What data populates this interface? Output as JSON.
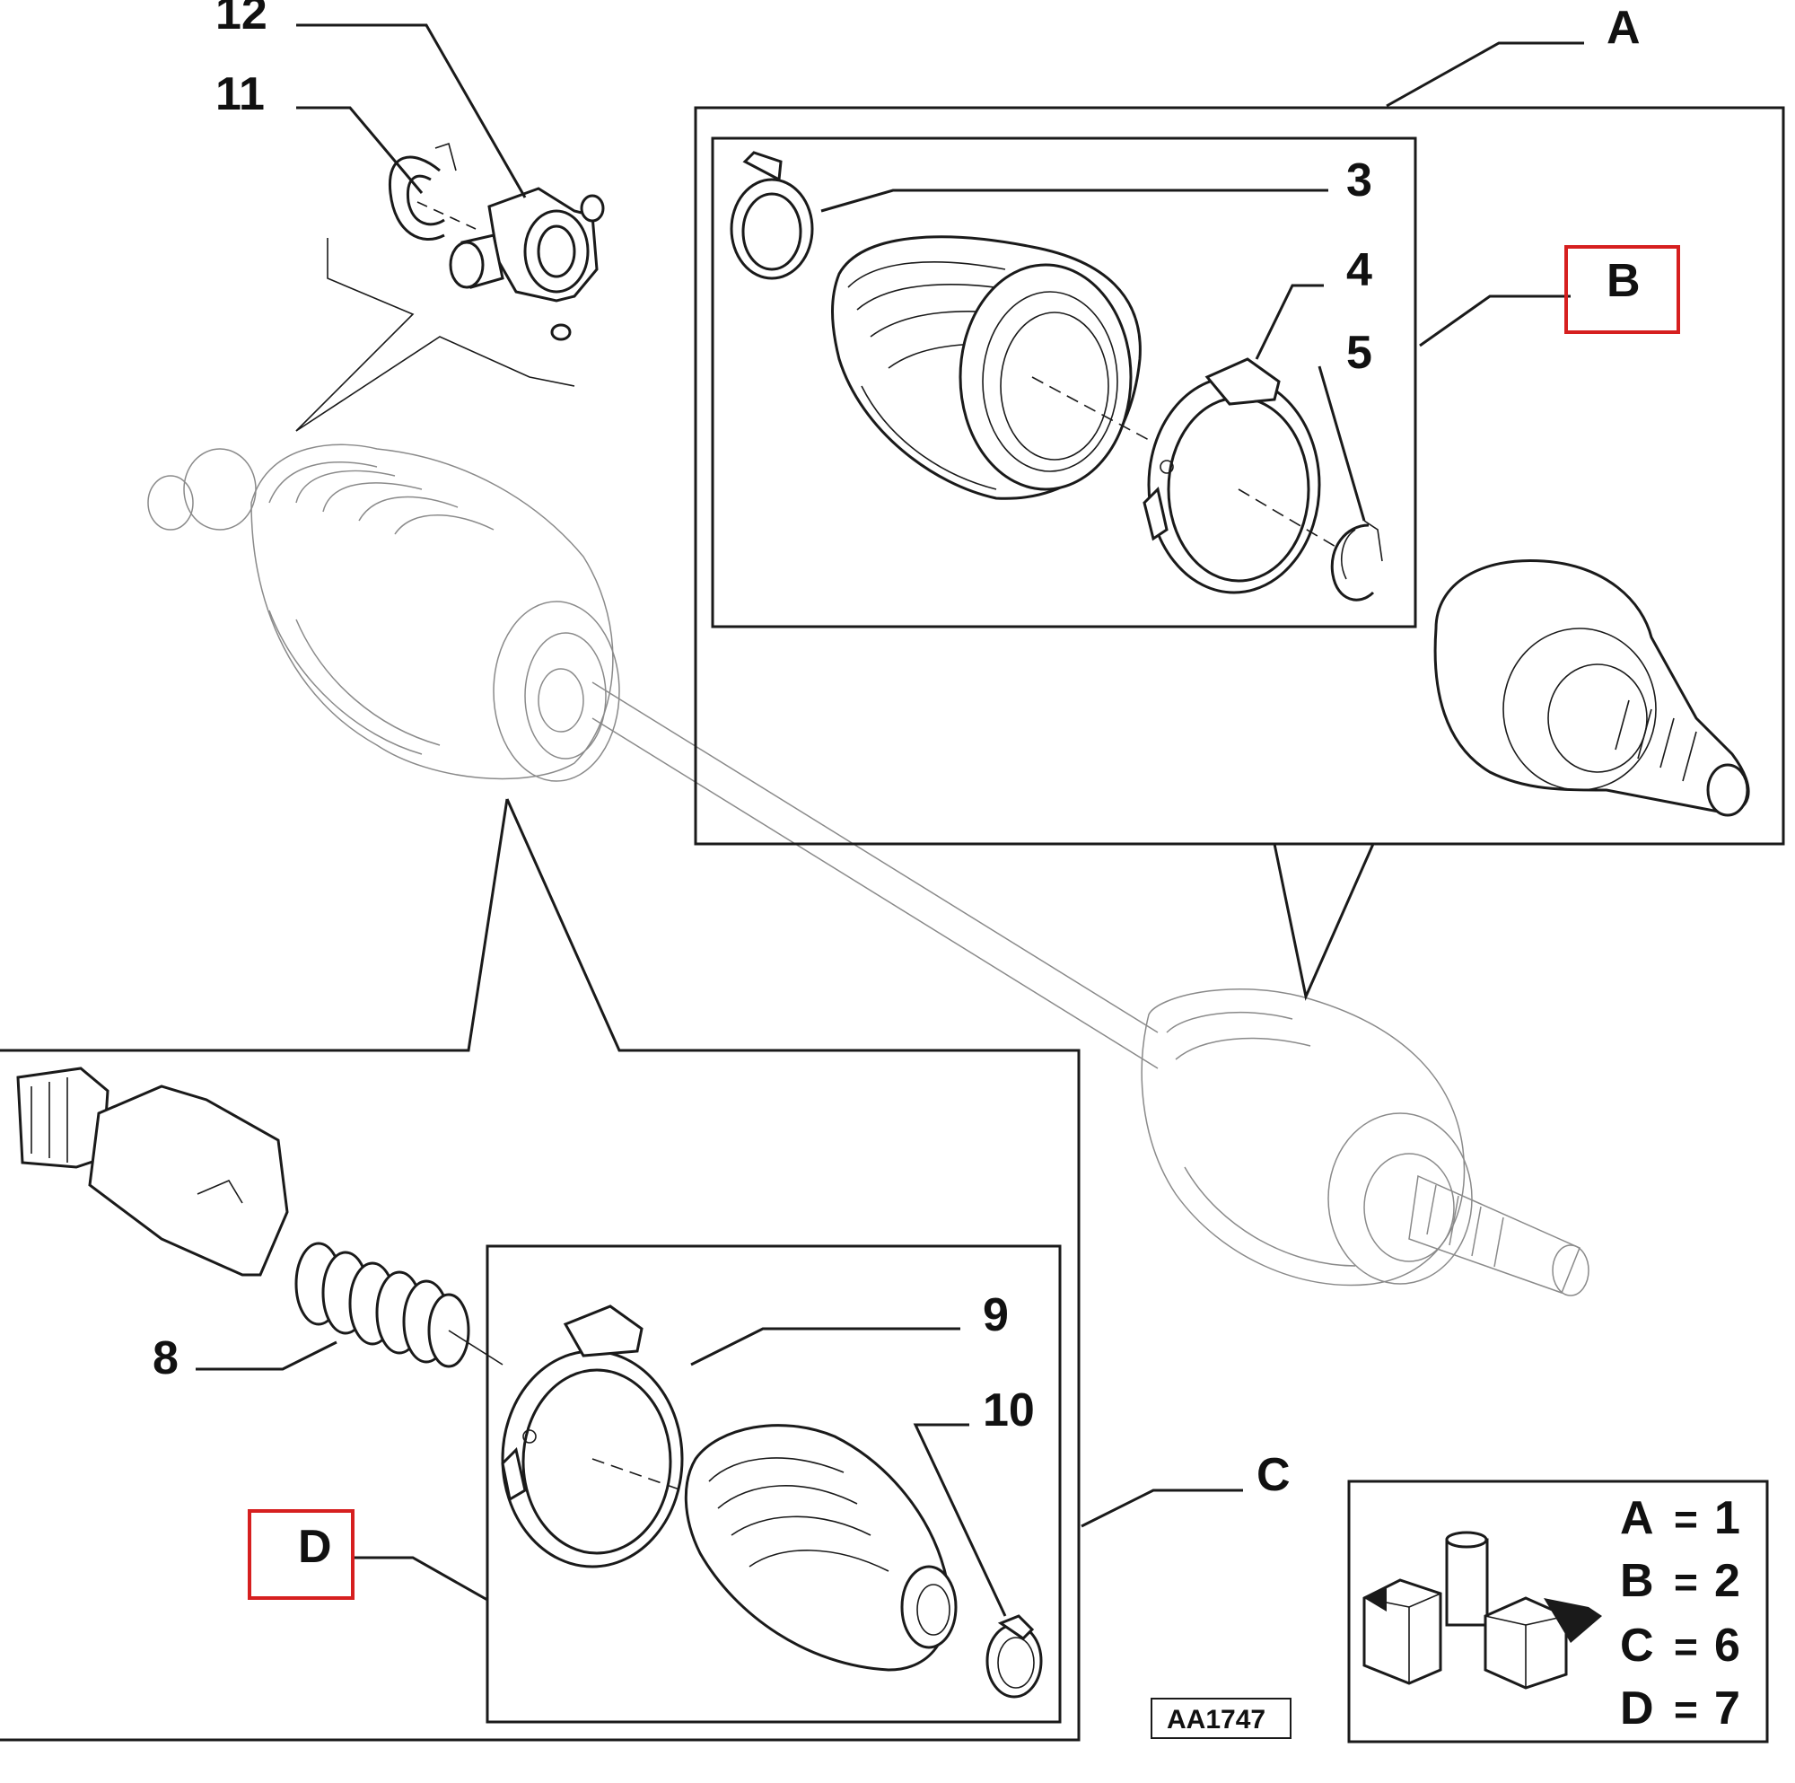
{
  "callouts": {
    "n3": "3",
    "n4": "4",
    "n5": "5",
    "n8": "8",
    "n9": "9",
    "n10": "10",
    "n11": "11",
    "n12": "12",
    "A": "A",
    "B": "B",
    "C": "C",
    "D": "D"
  },
  "drawing_code": "AA1747",
  "legend": {
    "rows": [
      {
        "key": "A",
        "eq": "=",
        "value": "1"
      },
      {
        "key": "B",
        "eq": "=",
        "value": "2"
      },
      {
        "key": "C",
        "eq": "=",
        "value": "6"
      },
      {
        "key": "D",
        "eq": "=",
        "value": "7"
      }
    ]
  },
  "colors": {
    "ink": "#1a1a1a",
    "highlight": "#d61f1f",
    "ghost": "#8a8a8a"
  }
}
